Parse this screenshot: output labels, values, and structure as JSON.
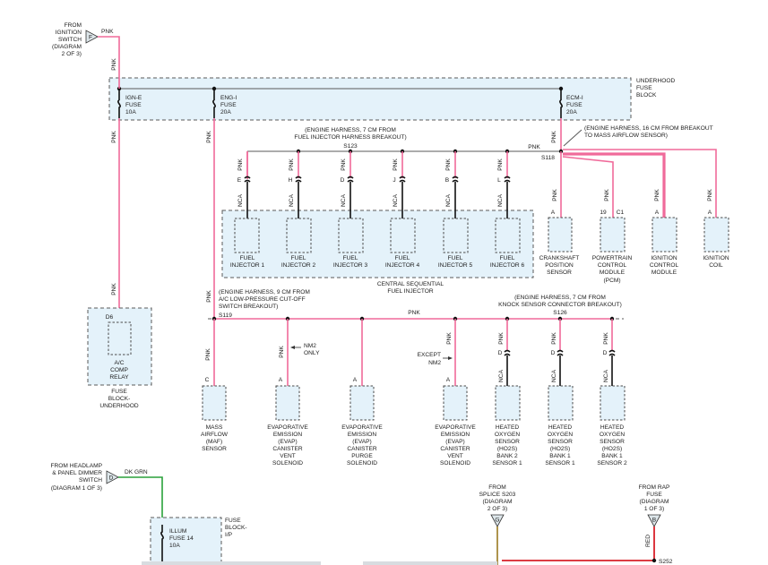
{
  "from_ignition": [
    "FROM",
    "IGNITION",
    "SWITCH",
    "(DIAGRAM",
    "2 OF 3)"
  ],
  "from_ignition_tag": "F",
  "underhood": [
    "UNDERHOOD",
    "FUSE",
    "BLOCK"
  ],
  "fuses": [
    [
      "IGN-E",
      "FUSE",
      "10A"
    ],
    [
      "ENG-I",
      "FUSE",
      "20A"
    ],
    [
      "ECM-I",
      "FUSE",
      "20A"
    ]
  ],
  "wire_pnk": "PNK",
  "wire_nca": "NCA",
  "wire_dkgrn": "DK GRN",
  "wire_red": "RED",
  "harness1": [
    "(ENGINE HARNESS, 7 CM FROM",
    "FUEL INJECTOR HARNESS BREAKOUT)"
  ],
  "harness1_splice": "S123",
  "harness2": [
    "(ENGINE HARNESS, 16 CM FROM BREAKOUT",
    "TO MASS AIRFLOW SENSOR)"
  ],
  "harness2_splice": "S118",
  "harness3": [
    "(ENGINE HARNESS, 9 CM FROM",
    "A/C LOW-PRESSURE CUT-OFF",
    "SWITCH BREAKOUT)"
  ],
  "harness3_splice": "S119",
  "harness4": [
    "(ENGINE HARNESS, 7 CM FROM",
    "KNOCK SENSOR CONNECTOR BREAKOUT)"
  ],
  "harness4_splice": "S126",
  "injector_pins": [
    "E",
    "H",
    "D",
    "J",
    "B",
    "L"
  ],
  "injectors": [
    [
      "FUEL",
      "INJECTOR 1"
    ],
    [
      "FUEL",
      "INJECTOR 2"
    ],
    [
      "FUEL",
      "INJECTOR 3"
    ],
    [
      "FUEL",
      "INJECTOR 4"
    ],
    [
      "FUEL",
      "INJECTOR 5"
    ],
    [
      "FUEL",
      "INJECTOR 6"
    ]
  ],
  "injector_group": [
    "CENTRAL SEQUENTIAL",
    "FUEL INJECTOR"
  ],
  "right_pins": [
    "A",
    "19",
    "C1",
    "A",
    "A"
  ],
  "crankshaft": [
    "CRANKSHAFT",
    "POSITION",
    "SENSOR"
  ],
  "pcm": [
    "POWERTRAIN",
    "CONTROL",
    "MODULE",
    "(PCM)"
  ],
  "icm": [
    "IGNITION",
    "CONTROL",
    "MODULE"
  ],
  "coil": [
    "IGNITION",
    "COIL"
  ],
  "relay_pin": "D6",
  "relay": [
    "A/C",
    "COMP",
    "RELAY"
  ],
  "relay_block": [
    "FUSE",
    "BLOCK-",
    "UNDERHOOD"
  ],
  "bottom_pins": [
    "C",
    "A",
    "A",
    "A",
    "D",
    "D",
    "D"
  ],
  "maf": [
    "MASS",
    "AIRFLOW",
    "(MAF)",
    "SENSOR"
  ],
  "evap1": [
    "EVAPORATIVE",
    "EMISSION",
    "(EVAP)",
    "CANISTER",
    "VENT",
    "SOLENOID"
  ],
  "evap2": [
    "EVAPORATIVE",
    "EMISSION",
    "(EVAP)",
    "CANISTER",
    "PURGE",
    "SOLENOID"
  ],
  "evap3": [
    "EVAPORATIVE",
    "EMISSION",
    "(EVAP)",
    "CANISTER",
    "VENT",
    "SOLENOID"
  ],
  "ho2s1": [
    "HEATED",
    "OXYGEN",
    "SENSOR",
    "(HO2S)",
    "BANK 2",
    "SENSOR 1"
  ],
  "ho2s2": [
    "HEATED",
    "OXYGEN",
    "SENSOR",
    "(HO2S)",
    "BANK 1",
    "SENSOR 1"
  ],
  "ho2s3": [
    "HEATED",
    "OXYGEN",
    "SENSOR",
    "(HO2S)",
    "BANK 1",
    "SENSOR 2"
  ],
  "nm2_only": [
    "NM2",
    "ONLY"
  ],
  "except_nm2": [
    "EXCEPT",
    "NM2"
  ],
  "from_headlamp": [
    "FROM HEADLAMP",
    "& PANEL DIMMER",
    "SWITCH",
    "(DIAGRAM 1 OF 3)"
  ],
  "from_headlamp_tag": "D",
  "illum_fuse": [
    "ILLUM",
    "FUSE 14",
    "10A"
  ],
  "fuse_block_ip": [
    "FUSE",
    "BLOCK-",
    "I/P"
  ],
  "from_splice": [
    "FROM",
    "SPLICE S203",
    "(DIAGRAM",
    "2 OF 3)"
  ],
  "from_splice_tag": "G",
  "from_rap": [
    "FROM RAP",
    "FUSE",
    "(DIAGRAM",
    "1 OF 3)"
  ],
  "from_rap_tag": "B",
  "s252": "S252"
}
